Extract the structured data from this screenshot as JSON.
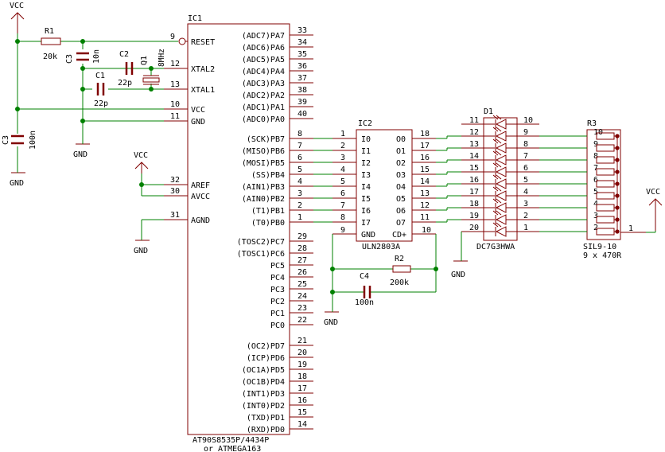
{
  "power": {
    "vcc": "VCC",
    "gnd": "GND"
  },
  "r1": {
    "ref": "R1",
    "value": "20k"
  },
  "c3a": {
    "ref": "C3",
    "value": "10n"
  },
  "c2": {
    "ref": "C2",
    "value": "22p"
  },
  "c1": {
    "ref": "C1",
    "value": "22p"
  },
  "q1": {
    "ref": "Q1",
    "value": "8MHz"
  },
  "c3b": {
    "ref": "C3",
    "value": "100n"
  },
  "ic1": {
    "ref": "IC1",
    "part_line1": "AT90S8535P/4434P",
    "part_line2": "or ATMEGA163",
    "left_pins": [
      {
        "num": "9",
        "label": "RESET"
      },
      {
        "num": "12",
        "label": "XTAL2"
      },
      {
        "num": "13",
        "label": "XTAL1"
      },
      {
        "num": "10",
        "label": "VCC"
      },
      {
        "num": "11",
        "label": "GND"
      },
      {
        "num": "32",
        "label": "AREF"
      },
      {
        "num": "30",
        "label": "AVCC"
      },
      {
        "num": "31",
        "label": "AGND"
      }
    ],
    "right_pins": [
      {
        "num": "33",
        "label": "(ADC7)PA7"
      },
      {
        "num": "34",
        "label": "(ADC6)PA6"
      },
      {
        "num": "35",
        "label": "(ADC5)PA5"
      },
      {
        "num": "36",
        "label": "(ADC4)PA4"
      },
      {
        "num": "37",
        "label": "(ADC3)PA3"
      },
      {
        "num": "38",
        "label": "(ADC2)PA2"
      },
      {
        "num": "39",
        "label": "(ADC1)PA1"
      },
      {
        "num": "40",
        "label": "(ADC0)PA0"
      },
      {
        "num": "8",
        "label": "(SCK)PB7"
      },
      {
        "num": "7",
        "label": "(MISO)PB6"
      },
      {
        "num": "6",
        "label": "(MOSI)PB5"
      },
      {
        "num": "5",
        "label": "(SS)PB4"
      },
      {
        "num": "4",
        "label": "(AIN1)PB3"
      },
      {
        "num": "3",
        "label": "(AIN0)PB2"
      },
      {
        "num": "2",
        "label": "(T1)PB1"
      },
      {
        "num": "1",
        "label": "(T0)PB0"
      },
      {
        "num": "29",
        "label": "(TOSC2)PC7"
      },
      {
        "num": "28",
        "label": "(TOSC1)PC6"
      },
      {
        "num": "27",
        "label": "PC5"
      },
      {
        "num": "26",
        "label": "PC4"
      },
      {
        "num": "25",
        "label": "PC3"
      },
      {
        "num": "24",
        "label": "PC2"
      },
      {
        "num": "23",
        "label": "PC1"
      },
      {
        "num": "22",
        "label": "PC0"
      },
      {
        "num": "21",
        "label": "(OC2)PD7"
      },
      {
        "num": "20",
        "label": "(ICP)PD6"
      },
      {
        "num": "19",
        "label": "(OC1A)PD5"
      },
      {
        "num": "18",
        "label": "(OC1B)PD4"
      },
      {
        "num": "17",
        "label": "(INT1)PD3"
      },
      {
        "num": "16",
        "label": "(INT0)PD2"
      },
      {
        "num": "15",
        "label": "(TXD)PD1"
      },
      {
        "num": "14",
        "label": "(RXD)PD0"
      }
    ]
  },
  "ic2": {
    "ref": "IC2",
    "part": "ULN2803A",
    "inputs": [
      {
        "num": "1",
        "label": "I0"
      },
      {
        "num": "2",
        "label": "I1"
      },
      {
        "num": "3",
        "label": "I2"
      },
      {
        "num": "4",
        "label": "I3"
      },
      {
        "num": "5",
        "label": "I4"
      },
      {
        "num": "6",
        "label": "I5"
      },
      {
        "num": "7",
        "label": "I6"
      },
      {
        "num": "8",
        "label": "I7"
      }
    ],
    "outputs": [
      {
        "num": "18",
        "label": "O0"
      },
      {
        "num": "17",
        "label": "O1"
      },
      {
        "num": "16",
        "label": "O2"
      },
      {
        "num": "15",
        "label": "O3"
      },
      {
        "num": "14",
        "label": "O4"
      },
      {
        "num": "13",
        "label": "O5"
      },
      {
        "num": "12",
        "label": "O6"
      },
      {
        "num": "11",
        "label": "O7"
      }
    ],
    "gnd_pin": {
      "num": "9",
      "label": "GND"
    },
    "cd_pin": {
      "num": "10",
      "label": "CD+"
    }
  },
  "r2": {
    "ref": "R2",
    "value": "200k"
  },
  "c4": {
    "ref": "C4",
    "value": "100n"
  },
  "d1": {
    "ref": "D1",
    "part": "DC7G3HWA",
    "left_pins": [
      "11",
      "12",
      "13",
      "14",
      "15",
      "16",
      "17",
      "18",
      "19",
      "20"
    ],
    "right_pins": [
      "10",
      "9",
      "8",
      "7",
      "6",
      "5",
      "4",
      "3",
      "2",
      "1"
    ]
  },
  "r3": {
    "ref": "R3",
    "part": "SIL9-10",
    "value": "9 x 470R",
    "left_pins": [
      "10",
      "9",
      "8",
      "7",
      "6",
      "5",
      "4",
      "3",
      "2"
    ],
    "common_pin": "1"
  },
  "colors": {
    "wire": "#008000",
    "component": "#800000",
    "text": "#000000"
  }
}
